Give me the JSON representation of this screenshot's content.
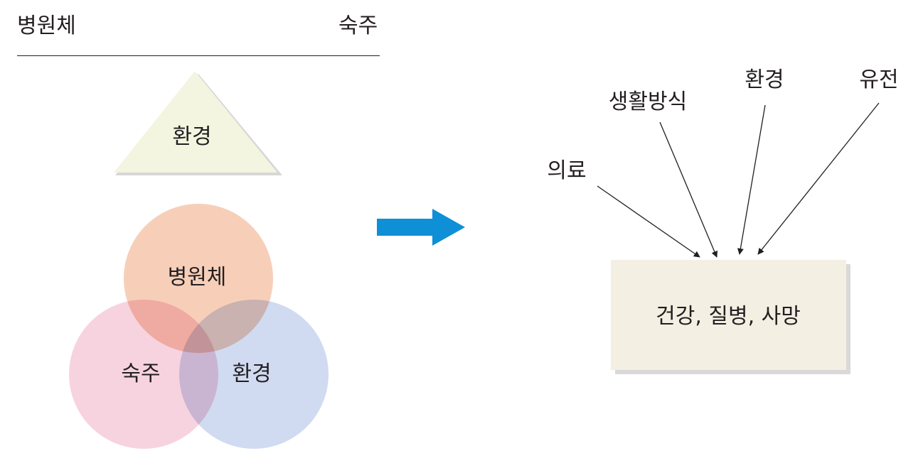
{
  "header": {
    "left_label": "병원체",
    "right_label": "숙주"
  },
  "triangle": {
    "label": "환경",
    "fill": "#f3f5e0"
  },
  "venn": {
    "top_label": "병원체",
    "left_label": "숙주",
    "right_label": "환경",
    "top_color": "#f6c7ad",
    "left_color": "#f6cbd9",
    "right_color": "#c8d5ee"
  },
  "arrow_color": "#0e8fd6",
  "factors": {
    "medical": "의료",
    "lifestyle": "생활방식",
    "environment": "환경",
    "genetics": "유전"
  },
  "result": {
    "label": "건강, 질병, 사망",
    "fill": "#f3efe3"
  }
}
